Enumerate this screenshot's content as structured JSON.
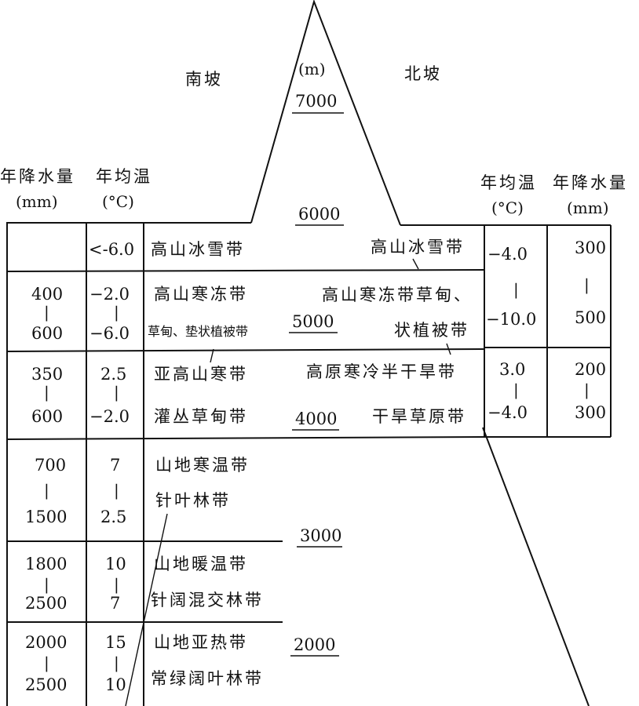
{
  "title_unit": "(m)",
  "south_slope": "南坡",
  "north_slope": "北坡",
  "altitudes": [
    "7000",
    "6000",
    "5000",
    "4000",
    "3000",
    "2000"
  ],
  "left_headers": {
    "precip": "年降水量",
    "precip_unit": "(mm)",
    "temp": "年均温",
    "temp_unit": "(°C)"
  },
  "right_headers": {
    "temp": "年均温",
    "temp_unit": "(°C)",
    "precip": "年降水量",
    "precip_unit": "(mm)"
  },
  "south_rows": [
    {
      "precip_top": "",
      "precip_bottom": "",
      "temp_top": "<-6.0",
      "temp_bottom": "",
      "zone_top": "高山冰雪带",
      "zone_bottom": ""
    },
    {
      "precip_top": "400",
      "precip_bottom": "600",
      "temp_top": "−2.0",
      "temp_bottom": "−6.0",
      "zone_top": "高山寒冻带",
      "zone_bottom": "草甸、垫状植被带"
    },
    {
      "precip_top": "350",
      "precip_bottom": "600",
      "temp_top": "2.5",
      "temp_bottom": "−2.0",
      "zone_top": "亚高山寒带",
      "zone_bottom": "灌丛草甸带"
    },
    {
      "precip_top": "700",
      "precip_bottom": "1500",
      "temp_top": "7",
      "temp_bottom": "2.5",
      "zone_top": "山地寒温带",
      "zone_bottom": "针叶林带"
    },
    {
      "precip_top": "1800",
      "precip_bottom": "2500",
      "temp_top": "10",
      "temp_bottom": "7",
      "zone_top": "山地暖温带",
      "zone_bottom": "针阔混交林带"
    },
    {
      "precip_top": "2000",
      "precip_bottom": "2500",
      "temp_top": "15",
      "temp_bottom": "10",
      "zone_top": "山地亚热带",
      "zone_bottom": "常绿阔叶林带"
    }
  ],
  "north_zones": [
    "高山冰雪带",
    "高山寒冻带草甸、",
    "状植被带",
    "高原寒冷半干旱带",
    "干旱草原带"
  ],
  "north_rows": [
    {
      "temp_top": "−4.0",
      "temp_bottom": "−10.0",
      "precip_top": "300",
      "precip_bottom": "500"
    },
    {
      "temp_top": "3.0",
      "temp_bottom": "−4.0",
      "precip_top": "200",
      "precip_bottom": "300"
    }
  ]
}
